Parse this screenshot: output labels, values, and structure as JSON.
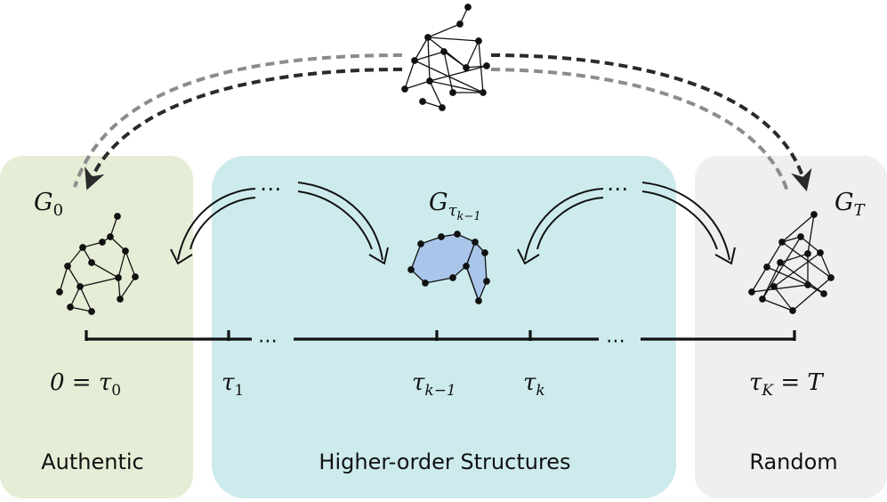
{
  "regions": {
    "authentic": {
      "label": "Authentic",
      "color": "#e6edd6"
    },
    "higher_order": {
      "label": "Higher-order Structures",
      "color": "#cdebec"
    },
    "random": {
      "label": "Random",
      "color": "#efefef"
    }
  },
  "graph_labels": {
    "g0": "G",
    "g0_sub": "0",
    "gmid": "G",
    "gmid_sub": "τ",
    "gmid_subsub": "k−1",
    "gt": "G",
    "gt_sub": "T"
  },
  "timeline": {
    "tau0_text": "0 = τ",
    "tau0_sub": "0",
    "tau1_text": "τ",
    "tau1_sub": "1",
    "taukm1_text": "τ",
    "taukm1_sub": "k−1",
    "tauk_text": "τ",
    "tauk_sub": "k",
    "tauK_text": "τ",
    "tauK_sub": "K",
    "tauK_rest": " = T",
    "ellipsis": "⋯"
  },
  "colors": {
    "ink": "#111111",
    "dash_light": "#8c8c8c",
    "dash_dark": "#2a2a2a",
    "highlight_fill": "#a9c6ea"
  }
}
